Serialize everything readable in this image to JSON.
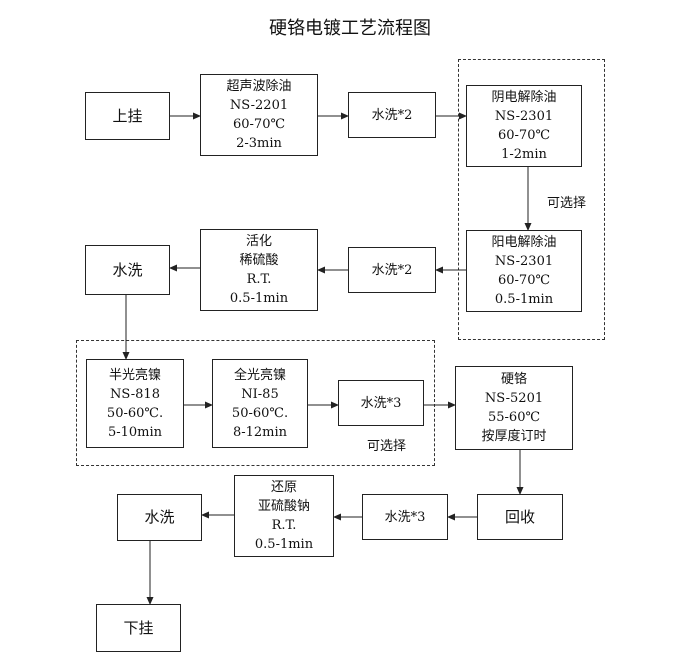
{
  "title": "硬铬电镀工艺流程图",
  "steps": {
    "s1": [
      "上挂"
    ],
    "s2": [
      "超声波除油",
      "NS-2201",
      "60-70℃",
      "2-3min"
    ],
    "s3": [
      "水洗*2"
    ],
    "s4": [
      "阴电解除油",
      "NS-2301",
      "60-70℃",
      "1-2min"
    ],
    "s5": [
      "阳电解除油",
      "NS-2301",
      "60-70℃",
      "0.5-1min"
    ],
    "s6": [
      "水洗*2"
    ],
    "s7": [
      "活化",
      "稀硫酸",
      "R.T.",
      "0.5-1min"
    ],
    "s8": [
      "水洗"
    ],
    "s9": [
      "半光亮镍",
      "NS-818",
      "50-60℃.",
      "5-10min"
    ],
    "s10": [
      "全光亮镍",
      "NⅠ-85",
      "50-60℃.",
      "8-12min"
    ],
    "s11": [
      "水洗*3"
    ],
    "s12": [
      "硬铬",
      "NS-5201",
      "55-60℃",
      "按厚度订时"
    ],
    "s13": [
      "回收"
    ],
    "s14": [
      "水洗*3"
    ],
    "s15": [
      "还原",
      "亚硫酸钠",
      "R.T.",
      "0.5-1min"
    ],
    "s16": [
      "水洗"
    ],
    "s17": [
      "下挂"
    ]
  },
  "notes": {
    "optional_degrease": "可选择",
    "optional_nickel": "可选择"
  }
}
